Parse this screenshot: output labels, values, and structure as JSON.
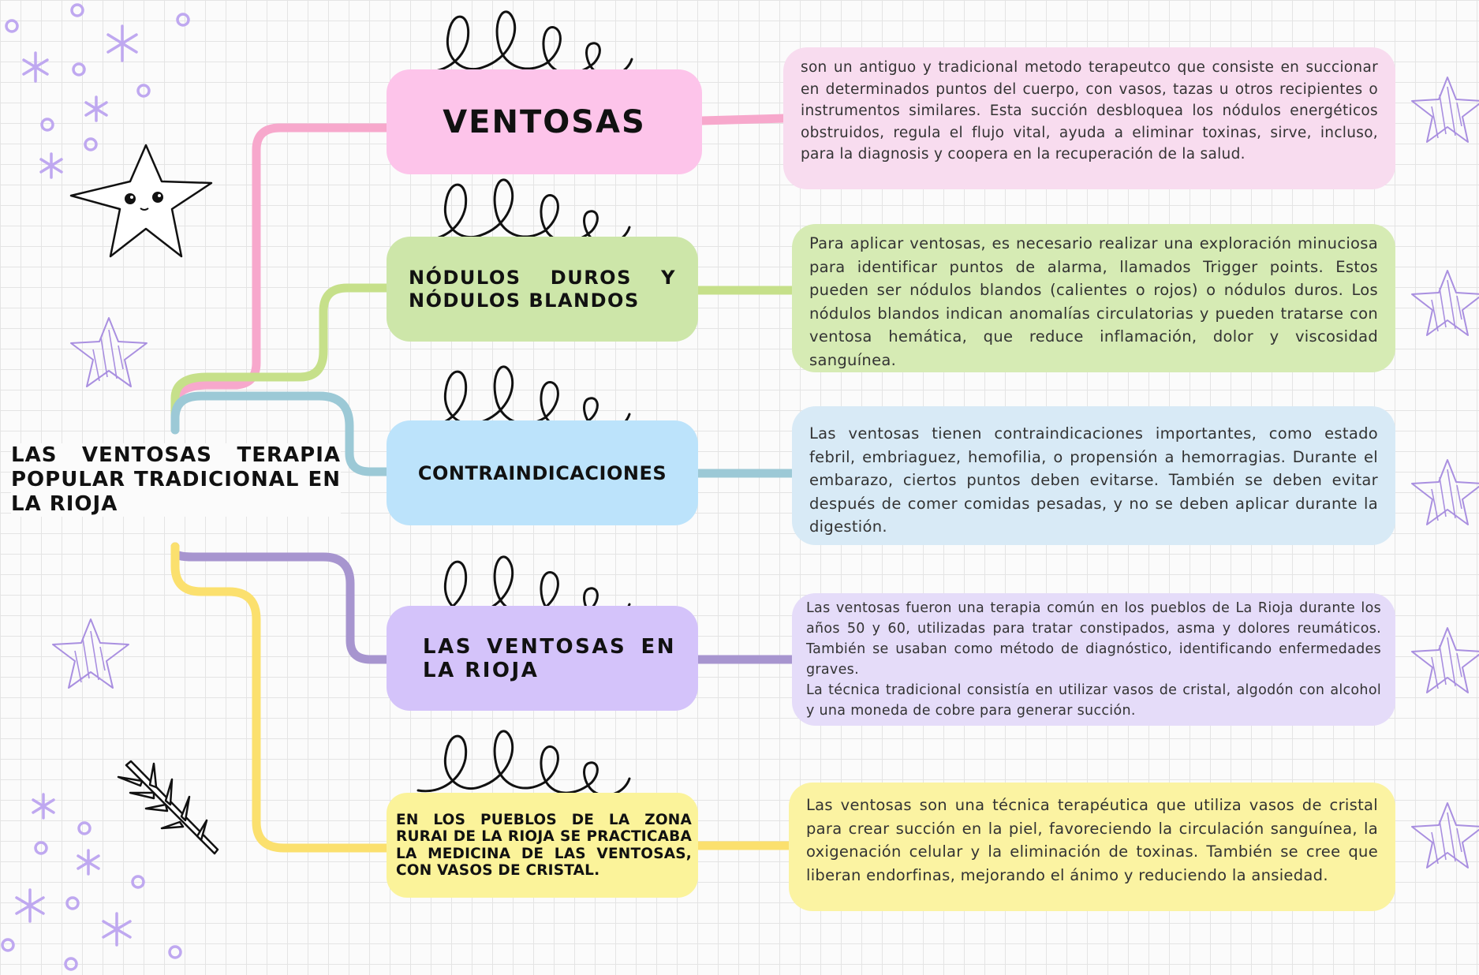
{
  "root": {
    "title": "LAS VENTOSAS TERAPIA POPULAR TRADICIONAL EN LA RIOJA"
  },
  "branches": [
    {
      "title": "VENTOSAS",
      "description": "son un antiguo y tradicional metodo terapeutco que consiste en succionar en determinados puntos del cuerpo, con vasos, tazas u otros recipientes o instrumentos similares. Esta succión desbloquea los nódulos energéticos obstruidos, regula el flujo vital, ayuda a eliminar toxinas, sirve, incluso, para la diagnosis y coopera en la recuperación de la salud.",
      "node_color": "#fdc4ea",
      "desc_color": "#f8dcef",
      "line_color": "#f7a8cc"
    },
    {
      "title": "NÓDULOS DUROS Y NÓDULOS BLANDOS",
      "description": "Para aplicar ventosas, es necesario realizar una exploración minuciosa para identificar puntos de alarma, llamados Trigger points. Estos pueden ser nódulos blandos (calientes o rojos) o nódulos duros. Los nódulos blandos indican anomalías circulatorias y pueden tratarse con ventosa hemática, que reduce inflamación, dolor y viscosidad sanguínea.",
      "node_color": "#cde6a9",
      "desc_color": "#d6ebb4",
      "line_color": "#c6e08a"
    },
    {
      "title": "CONTRAINDICACIONES",
      "description": "Las ventosas tienen contraindicaciones importantes, como estado febril, embriaguez, hemofilia, o propensión a hemorragias. Durante el embarazo, ciertos puntos deben evitarse. También se deben evitar después de comer comidas pesadas, y no se deben aplicar durante la digestión.",
      "node_color": "#bce3fb",
      "desc_color": "#d8eaf6",
      "line_color": "#9cc9d6"
    },
    {
      "title": "LAS VENTOSAS EN LA RIOJA",
      "description": [
        "Las ventosas fueron una terapia común en los pueblos de La Rioja durante los años 50 y 60, utilizadas para tratar constipados, asma y dolores reumáticos. También se usaban como método de diagnóstico, identificando enfermedades graves.",
        "La técnica tradicional consistía en utilizar vasos de cristal, algodón con alcohol y una moneda de cobre para generar succión."
      ],
      "node_color": "#d4c3fa",
      "desc_color": "#e5dcf9",
      "line_color": "#a795cf"
    },
    {
      "title": "EN LOS PUEBLOS DE LA ZONA RURAI DE LA RIOJA SE PRACTICABA LA MEDICINA DE LAS VENTOSAS, CON VASOS DE CRISTAL.",
      "description": "Las ventosas son una técnica terapéutica que utiliza vasos de cristal para crear succión en la piel, favoreciendo la circulación sanguínea, la oxigenación celular y la eliminación de toxinas. También se cree que liberan endorfinas, mejorando el ánimo y reduciendo la ansiedad.",
      "node_color": "#fbf39a",
      "desc_color": "#fbf3a2",
      "line_color": "#fbe06e"
    }
  ],
  "decoration_color": "#bfa8f0"
}
